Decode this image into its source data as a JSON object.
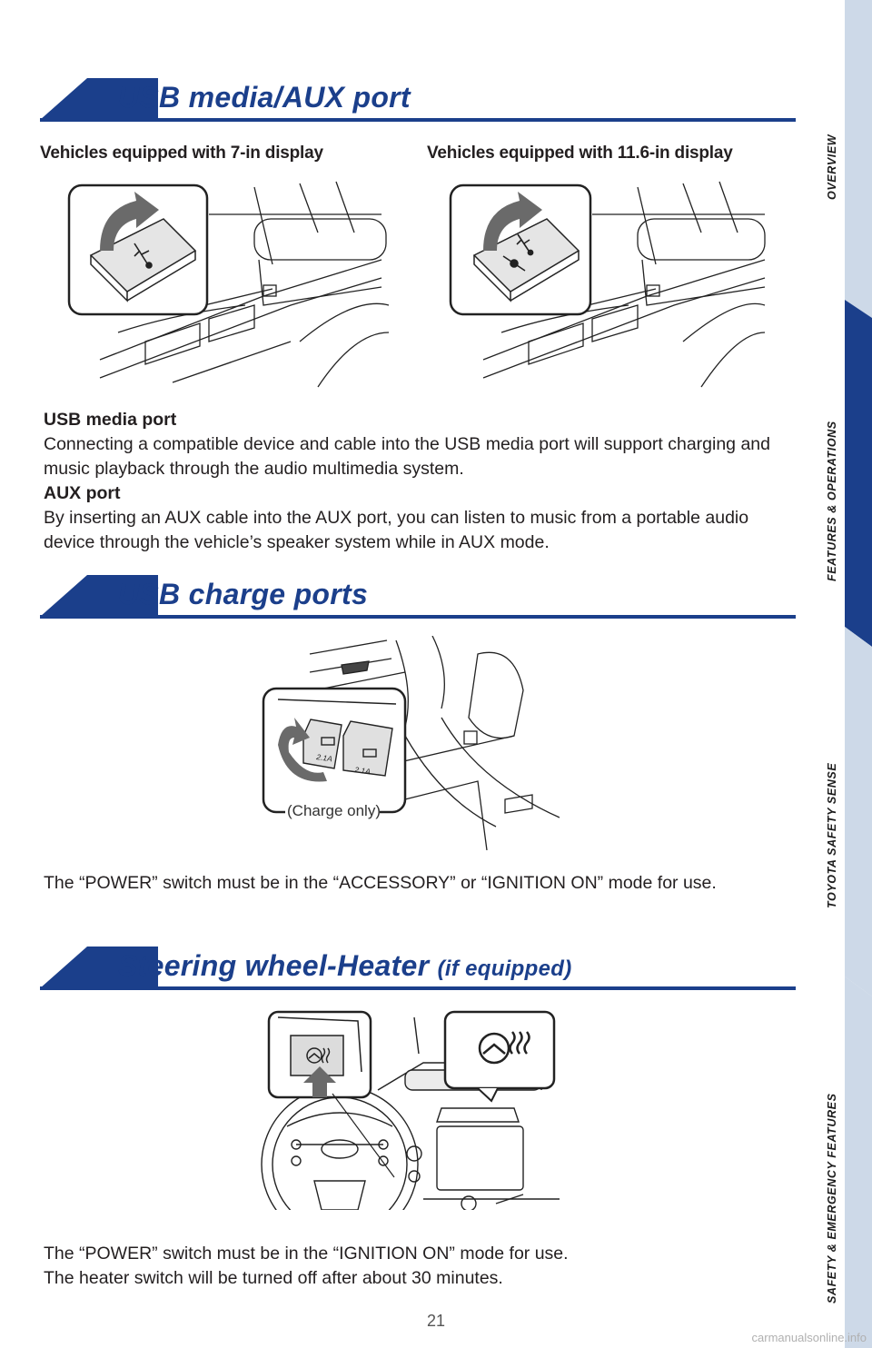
{
  "sections": {
    "usb_media": {
      "title": "USB media/AUX port",
      "caption_left": "Vehicles equipped with 7-in display",
      "caption_right": "Vehicles equipped with 11.6-in display",
      "media_heading": "USB media port",
      "media_text": "Connecting a compatible device and cable into the USB media port will support charging and music playback through the audio multimedia system.",
      "aux_heading": "AUX port",
      "aux_text": "By inserting an AUX cable into the AUX port, you can listen to music from a portable audio device through the vehicle’s speaker system while in AUX mode."
    },
    "usb_charge": {
      "title": "USB charge ports",
      "charge_only_label": "(Charge only)",
      "amp_label_1": "2.1A",
      "amp_label_2": "2.1A",
      "text": "The “POWER” switch must be in the “ACCESSORY” or “IGNITION ON” mode for use."
    },
    "steering_heater": {
      "title": "Steering wheel-Heater",
      "title_suffix": "(if equipped)",
      "text_line1": "The “POWER” switch must be in the “IGNITION ON” mode for use.",
      "text_line2": "The heater switch will be turned off after about 30 minutes."
    }
  },
  "side_tabs": [
    {
      "label": "OVERVIEW",
      "active": false
    },
    {
      "label": "FEATURES & OPERATIONS",
      "active": true
    },
    {
      "label": "TOYOTA SAFETY SENSE",
      "active": false
    },
    {
      "label": "SAFETY & EMERGENCY FEATURES",
      "active": false
    }
  ],
  "page_number": "21",
  "watermark": "carmanualsonline.info",
  "colors": {
    "accent": "#1b3f8b",
    "tab_inactive": "#cdd9e8",
    "tab_active": "#1b3f8b"
  }
}
